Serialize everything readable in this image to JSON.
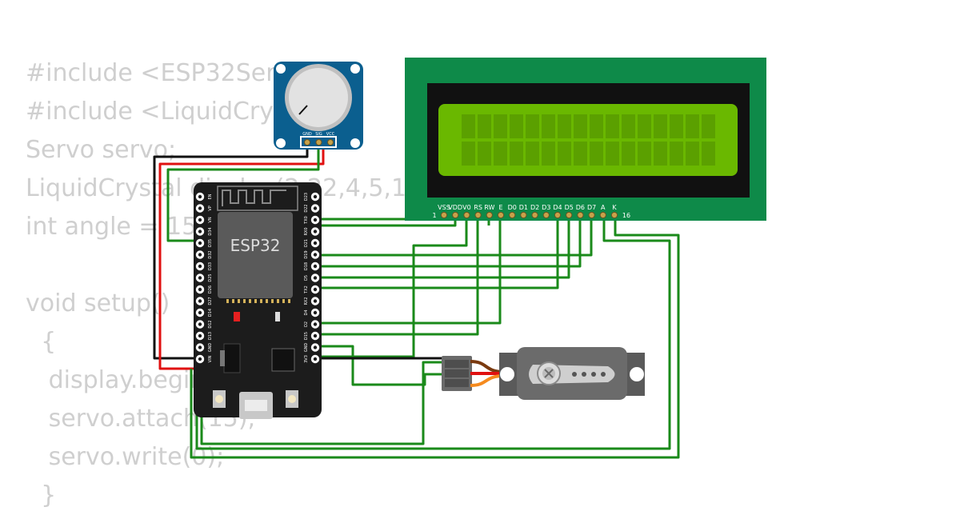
{
  "code_lines": [
    "#include <ESP32Servo.h>",
    "#include <LiquidCrystal.h>",
    "Servo servo;",
    "LiquidCrystal display(2,22,4,5,18,19);",
    "int angle = 15;",
    "",
    "void setup()",
    "  {",
    "   display.begin(16, 2);",
    "   servo.attach(15);",
    "   servo.write(0);",
    "  }"
  ],
  "esp32": {
    "chip_label": "ESP32",
    "left_pins": [
      "EN",
      "VP",
      "VN",
      "D34",
      "D35",
      "D32",
      "D33",
      "D25",
      "D26",
      "D27",
      "D14",
      "D12",
      "D13",
      "GND",
      "VIN"
    ],
    "right_pins": [
      "D23",
      "D22",
      "TX0",
      "RX0",
      "D21",
      "D19",
      "D18",
      "D5",
      "TX2",
      "RX2",
      "D4",
      "D2",
      "D15",
      "GND",
      "3V3"
    ]
  },
  "lcd": {
    "pins": [
      "VSS",
      "VDD",
      "V0",
      "RS",
      "RW",
      "E",
      "D0",
      "D1",
      "D2",
      "D3",
      "D4",
      "D5",
      "D6",
      "D7",
      "A",
      "K"
    ],
    "first_pin_number": "1",
    "last_pin_number": "16",
    "columns": 16,
    "rows": 2
  },
  "potentiometer": {
    "pins": [
      "GND",
      "SIG",
      "VCC"
    ]
  },
  "colors": {
    "wire_green": "#1a8a1a",
    "wire_red": "#e01010",
    "wire_black": "#111111",
    "lcd_board": "#0e8a49",
    "lcd_screen": "#6ab800",
    "pot_board": "#0b5f8f",
    "esp_board": "#1c1c1c",
    "servo_body": "#5a5a5a"
  }
}
